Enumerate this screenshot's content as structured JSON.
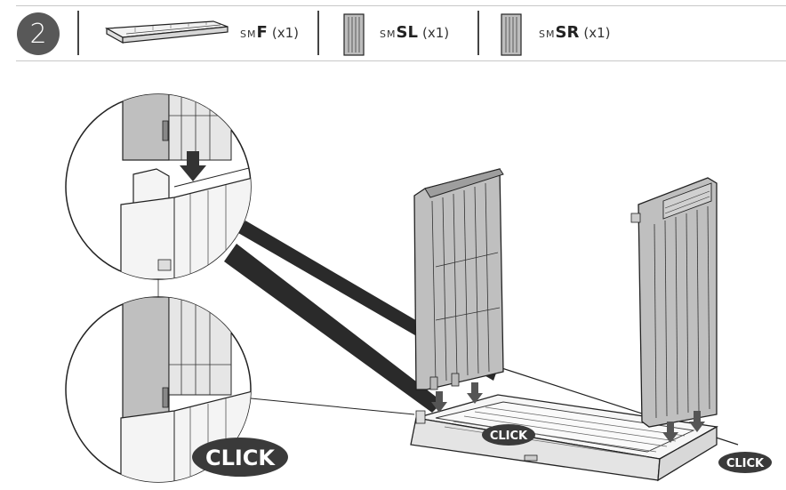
{
  "header": {
    "step": "2",
    "parts": [
      {
        "prefix": "SM",
        "code": "F",
        "qty": "(x1)"
      },
      {
        "prefix": "SM",
        "code": "SL",
        "qty": "(x1)"
      },
      {
        "prefix": "SM",
        "code": "SR",
        "qty": "(x1)"
      }
    ]
  },
  "callouts": {
    "click_large": "CLICK",
    "click_center": "CLICK",
    "click_right": "CLICK"
  },
  "colors": {
    "panel_fill": "#bfbfbf",
    "badge_fill": "#585858",
    "callout_fill": "#3a3a3a",
    "line": "#222222"
  }
}
